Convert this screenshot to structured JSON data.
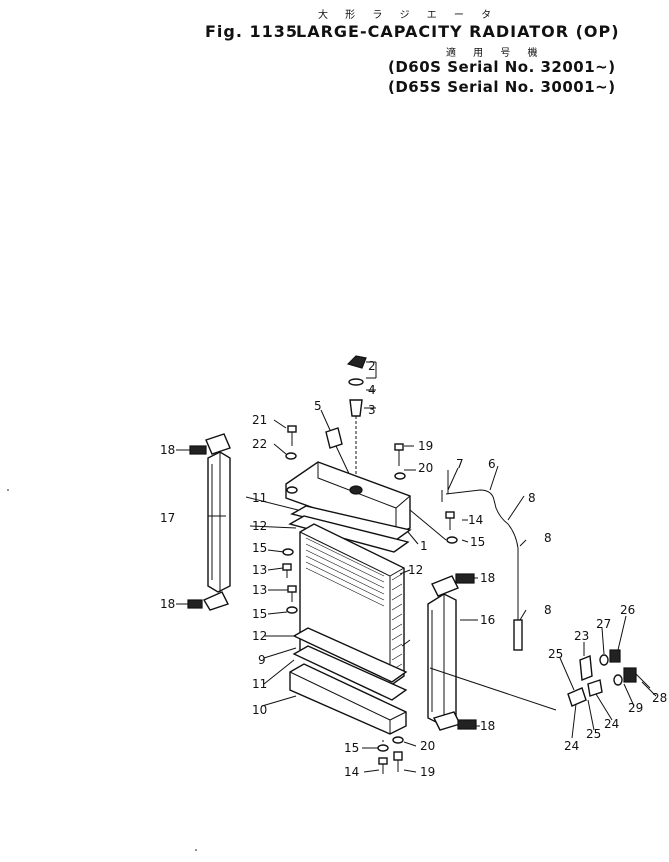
{
  "header": {
    "jp_title": "大 形 ラ ジ エ ー タ",
    "fig_label": "Fig. 1135",
    "title": "LARGE-CAPACITY RADIATOR (OP)",
    "jp_applicable": "適 用 号 機",
    "serial_1": "(D60S Serial No. 32001~)",
    "serial_2": "(D65S Serial No. 30001~)"
  },
  "callouts": [
    "2",
    "4",
    "3",
    "5",
    "21",
    "22",
    "19",
    "20",
    "7",
    "6",
    "8",
    "8",
    "8",
    "18",
    "17",
    "18",
    "11",
    "12",
    "1",
    "14",
    "15",
    "15",
    "13",
    "13",
    "15",
    "12",
    "18",
    "16",
    "12",
    "9",
    "11",
    "10",
    "15",
    "14",
    "20",
    "19",
    "18",
    "27",
    "26",
    "23",
    "25",
    "28",
    "29",
    "24",
    "24",
    "25"
  ]
}
